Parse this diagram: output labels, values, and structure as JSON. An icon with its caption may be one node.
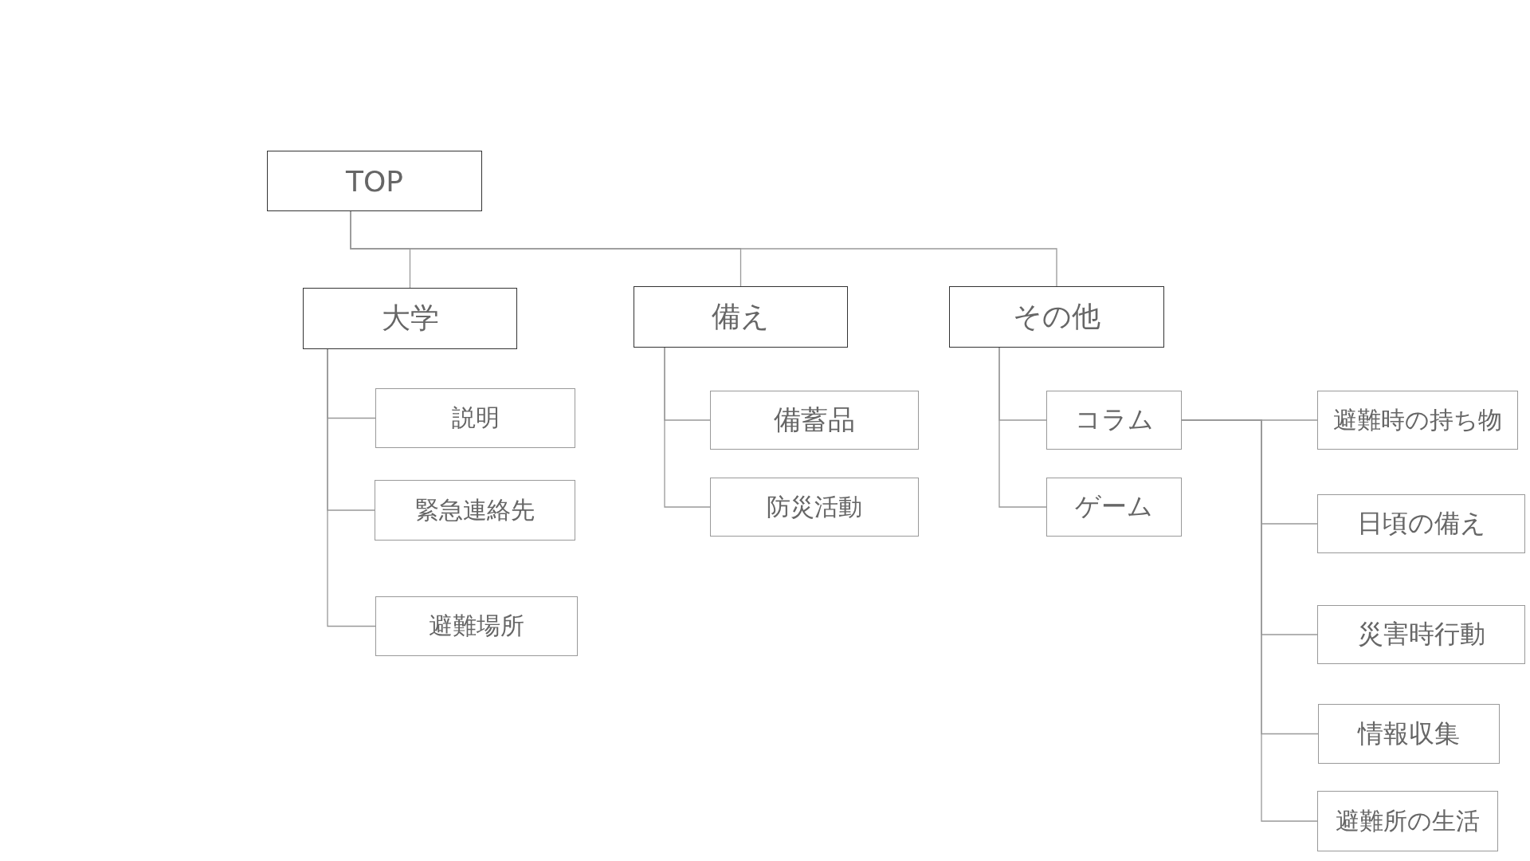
{
  "diagram": {
    "nodes": [
      {
        "text": [
          "TOP"
        ]
      },
      {
        "text": [
          "大学"
        ]
      },
      {
        "text": [
          "備え"
        ]
      },
      {
        "text": [
          "その他"
        ]
      },
      {
        "text": [
          "説明"
        ]
      },
      {
        "text": [
          "緊急連絡先"
        ]
      },
      {
        "text": [
          "避難場所"
        ]
      },
      {
        "text": [
          "備蓄品"
        ]
      },
      {
        "text": [
          "防災活動"
        ]
      },
      {
        "text": [
          "コラム"
        ]
      },
      {
        "text": [
          "ゲーム"
        ]
      },
      {
        "text": [
          "避難時の持ち物"
        ]
      },
      {
        "text": [
          "日頃の備え"
        ]
      },
      {
        "text": [
          "災害時行動"
        ]
      },
      {
        "text": [
          "情報収集"
        ]
      },
      {
        "text": [
          "避難所の生活"
        ]
      }
    ],
    "edges": [
      {
        "from": 0,
        "to": 1,
        "arrow": "none"
      },
      {
        "from": 0,
        "to": 2,
        "arrow": "none"
      },
      {
        "from": 0,
        "to": 3,
        "arrow": "none"
      },
      {
        "from": 1,
        "to": 4,
        "arrow": "none"
      },
      {
        "from": 1,
        "to": 5,
        "arrow": "none"
      },
      {
        "from": 1,
        "to": 6,
        "arrow": "none"
      },
      {
        "from": 2,
        "to": 7,
        "arrow": "none"
      },
      {
        "from": 2,
        "to": 8,
        "arrow": "none"
      },
      {
        "from": 3,
        "to": 9,
        "arrow": "none"
      },
      {
        "from": 3,
        "to": 10,
        "arrow": "none"
      },
      {
        "from": 9,
        "to": 11,
        "arrow": "none"
      },
      {
        "from": 9,
        "to": 12,
        "arrow": "none"
      },
      {
        "from": 9,
        "to": 13,
        "arrow": "none"
      },
      {
        "from": 9,
        "to": 14,
        "arrow": "none"
      },
      {
        "from": 9,
        "to": 15,
        "arrow": "none"
      }
    ]
  }
}
